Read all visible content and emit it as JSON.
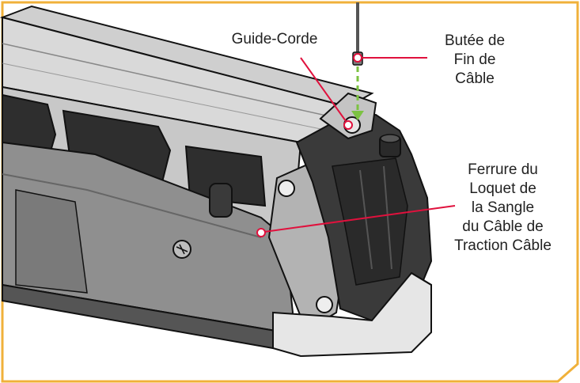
{
  "labels": {
    "guide_corde": "Guide-Corde",
    "butee": "Butée de\nFin de\nCâble",
    "ferrure": "Ferrure du\nLoquet de\nla Sangle\ndu Câble de\nTraction Câble"
  },
  "colors": {
    "frame": "#F0B13A",
    "callout": "#E0113D",
    "guide_dash": "#7CC242",
    "metal_light": "#D9D9D9",
    "metal_mid": "#A6A6A6",
    "metal_dark": "#3A3A3A",
    "outline": "#111111"
  }
}
